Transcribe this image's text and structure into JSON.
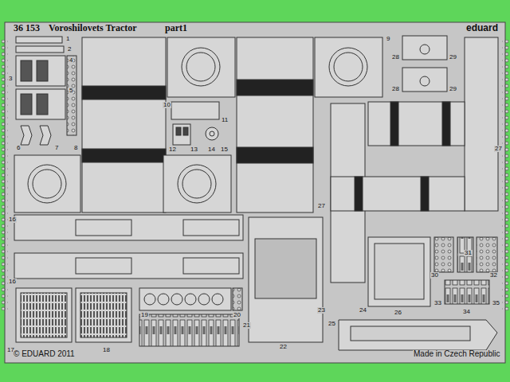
{
  "diagram": {
    "labels": [
      "36 153",
      "Voroshilovets Tractor",
      "part1",
      "eduard",
      "1",
      "2",
      "3",
      "4",
      "5",
      "6",
      "7",
      "8",
      "9",
      "10",
      "11",
      "12",
      "13",
      "14",
      "15",
      "16",
      "16",
      "17",
      "18",
      "19",
      "20",
      "21",
      "22",
      "23",
      "24",
      "25",
      "26",
      "27",
      "27",
      "28",
      "29",
      "28",
      "29",
      "30",
      "31",
      "32",
      "33",
      "34",
      "35",
      "© EDUARD 2011",
      "Made in Czech Republic"
    ]
  }
}
